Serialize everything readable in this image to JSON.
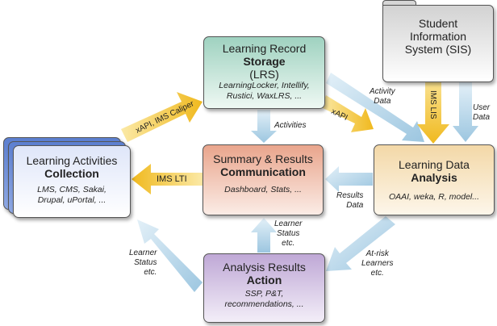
{
  "boxes": {
    "lrs": {
      "title": "Learning Record",
      "title_bold": "Storage",
      "title_abbr": "(LRS)",
      "examples": [
        "LearningLocker, Intellify,",
        "Rustici, WaxLRS, ..."
      ]
    },
    "sis": {
      "title": [
        "Student",
        "Information",
        "System (SIS)"
      ]
    },
    "collection": {
      "title": "Learning Activities",
      "title_bold": "Collection",
      "examples": [
        "LMS, CMS, Sakai,",
        "Drupal, uPortal, ..."
      ]
    },
    "summary": {
      "title": "Summary & Results",
      "title_bold": "Communication",
      "examples": [
        "Dashboard, Stats, ..."
      ]
    },
    "analysis": {
      "title": "Learning Data",
      "title_bold": "Analysis",
      "examples": [
        "OAAI, weka, R, model..."
      ]
    },
    "action": {
      "title": "Analysis Results",
      "title_bold": "Action",
      "examples": [
        "SSP, P&T,",
        "recommendations, ..."
      ]
    }
  },
  "arrow_labels": {
    "xapi_caliper": "xAPI, IMS Caliper",
    "xapi": "xAPI",
    "ims_lti": "IMS LTI",
    "ims_lis": "IMS LIS"
  },
  "flow_labels": {
    "activities": "Activities",
    "activity_data": [
      "Activity",
      "Data"
    ],
    "user_data": [
      "User",
      "Data"
    ],
    "results_data": [
      "Results",
      "Data"
    ],
    "learner_status_mid": [
      "Learner",
      "Status",
      "etc."
    ],
    "learner_status_left": [
      "Learner",
      "Status",
      "etc."
    ],
    "at_risk": [
      "At-risk",
      "Learners",
      "etc."
    ]
  },
  "colors": {
    "gold_arrow": "#f2c233",
    "blue_arrow": "#a9cde3"
  }
}
